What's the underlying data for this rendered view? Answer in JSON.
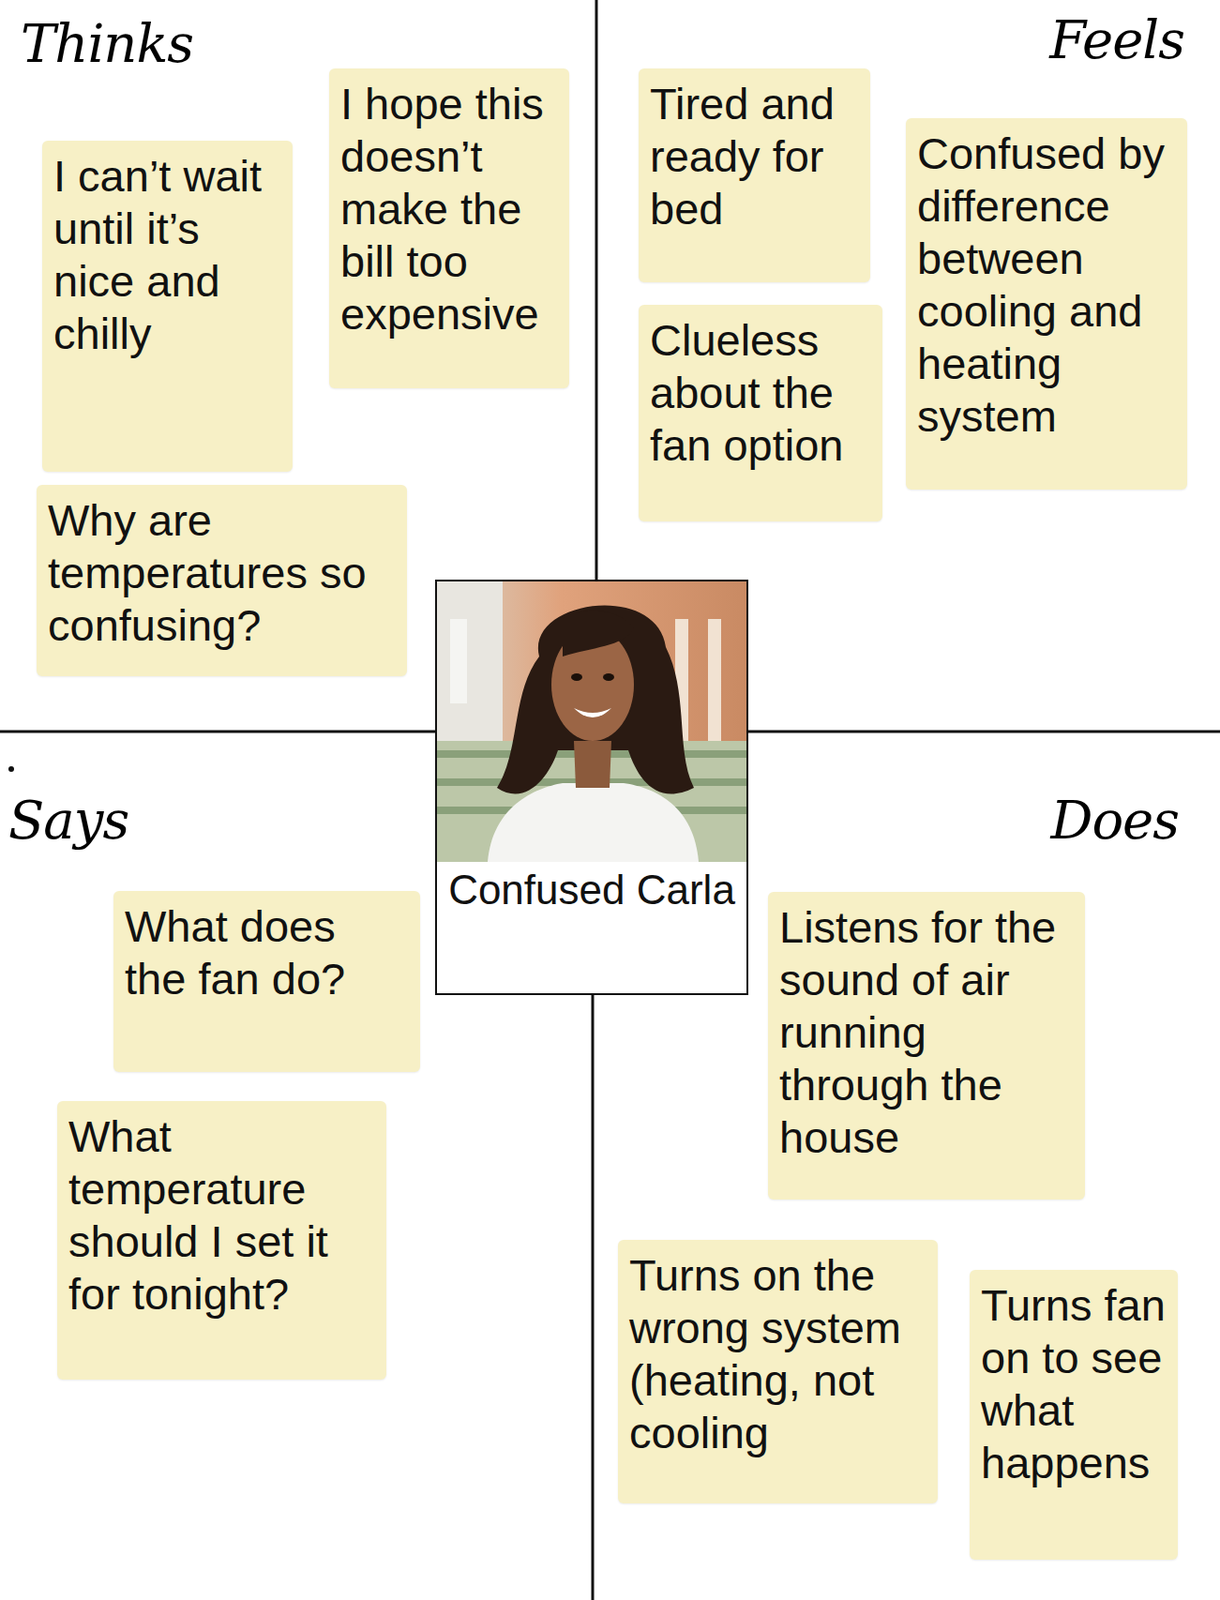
{
  "diagram": {
    "nodes": [
      {
        "text": [
          "I can’t wait until it’s nice and chilly"
        ]
      },
      {
        "text": [
          "I hope this doesn’t make the bill too expensive"
        ]
      },
      {
        "text": [
          "Why are temperatures so confusing?"
        ]
      },
      {
        "text": [
          "Tired and ready for bed"
        ]
      },
      {
        "text": [
          "Confused by difference between cooling and heating system"
        ]
      },
      {
        "text": [
          "Clueless about the fan option"
        ]
      },
      {
        "text": [
          "Confused Carla"
        ]
      },
      {
        "text": [
          "What does the fan do?"
        ]
      },
      {
        "text": [
          "What temperature should I set it for tonight?"
        ]
      },
      {
        "text": [
          "Listens for the sound of air running through the house"
        ]
      },
      {
        "text": [
          "Turns on the wrong system (heating, not cooling"
        ]
      },
      {
        "text": [
          "Turns fan on to see what happens"
        ]
      }
    ],
    "edges": [],
    "labels": [
      "Thinks",
      "Feels",
      "Says",
      "Does"
    ]
  }
}
